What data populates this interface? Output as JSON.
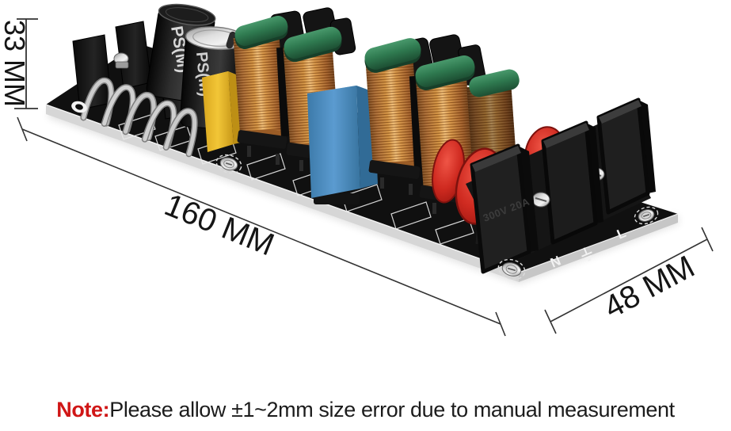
{
  "image": {
    "background": "#ffffff",
    "description": "EMI power supply filter PCB module product photo with dimension annotations"
  },
  "annotations": {
    "height": "33 MM",
    "length": "160 MM",
    "width": "48 MM"
  },
  "note": {
    "label": "Note:",
    "text": "Please allow ±1~2mm size error due to manual measurement"
  },
  "board": {
    "electrolytic_marking": "PS(M)",
    "terminal_marking": "300V 20A",
    "terminal_labels": {
      "neutral": "N",
      "earth": "⏚",
      "live": "L"
    },
    "colors": {
      "pcb": "#111111",
      "copper_coil": "#c9873f",
      "choke_tape_green": "#2f7a50",
      "film_cap_blue": "#4f93c4",
      "film_cap_yellow": "#ecc22f",
      "varistor_red": "#c9201d",
      "note_red": "#d01616"
    }
  }
}
